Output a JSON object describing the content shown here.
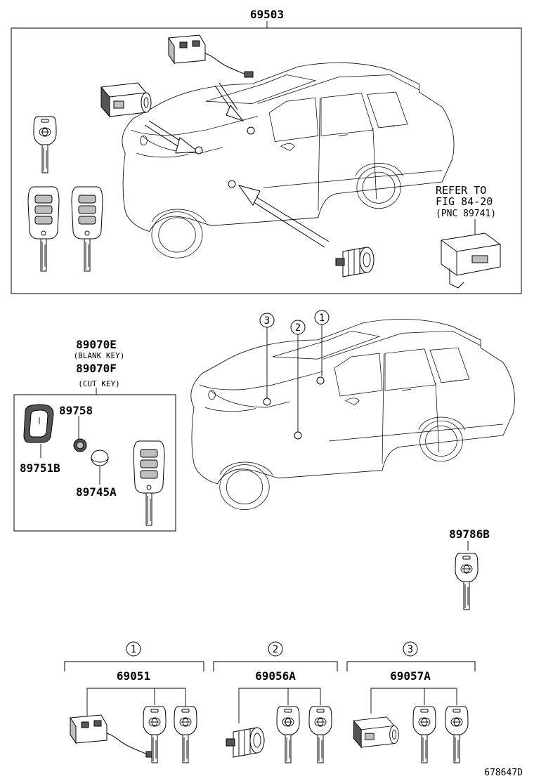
{
  "top_assembly": {
    "part_number": "69503",
    "refer_lines": [
      "REFER TO",
      "FIG 84-20",
      "(PNC 89741)"
    ]
  },
  "middle": {
    "blank_key_part": "89070E",
    "blank_key_note": "(BLANK KEY)",
    "cut_key_part": "89070F",
    "cut_key_note": "(CUT KEY)",
    "parts": {
      "p89758": "89758",
      "p89751B": "89751B",
      "p89745A": "89745A",
      "p89786B": "89786B"
    },
    "callouts": [
      "1",
      "2",
      "3"
    ]
  },
  "bottom_sets": [
    {
      "marker": "1",
      "part_number": "69051"
    },
    {
      "marker": "2",
      "part_number": "69056A"
    },
    {
      "marker": "3",
      "part_number": "69057A"
    }
  ],
  "diagram_id": "678647D"
}
